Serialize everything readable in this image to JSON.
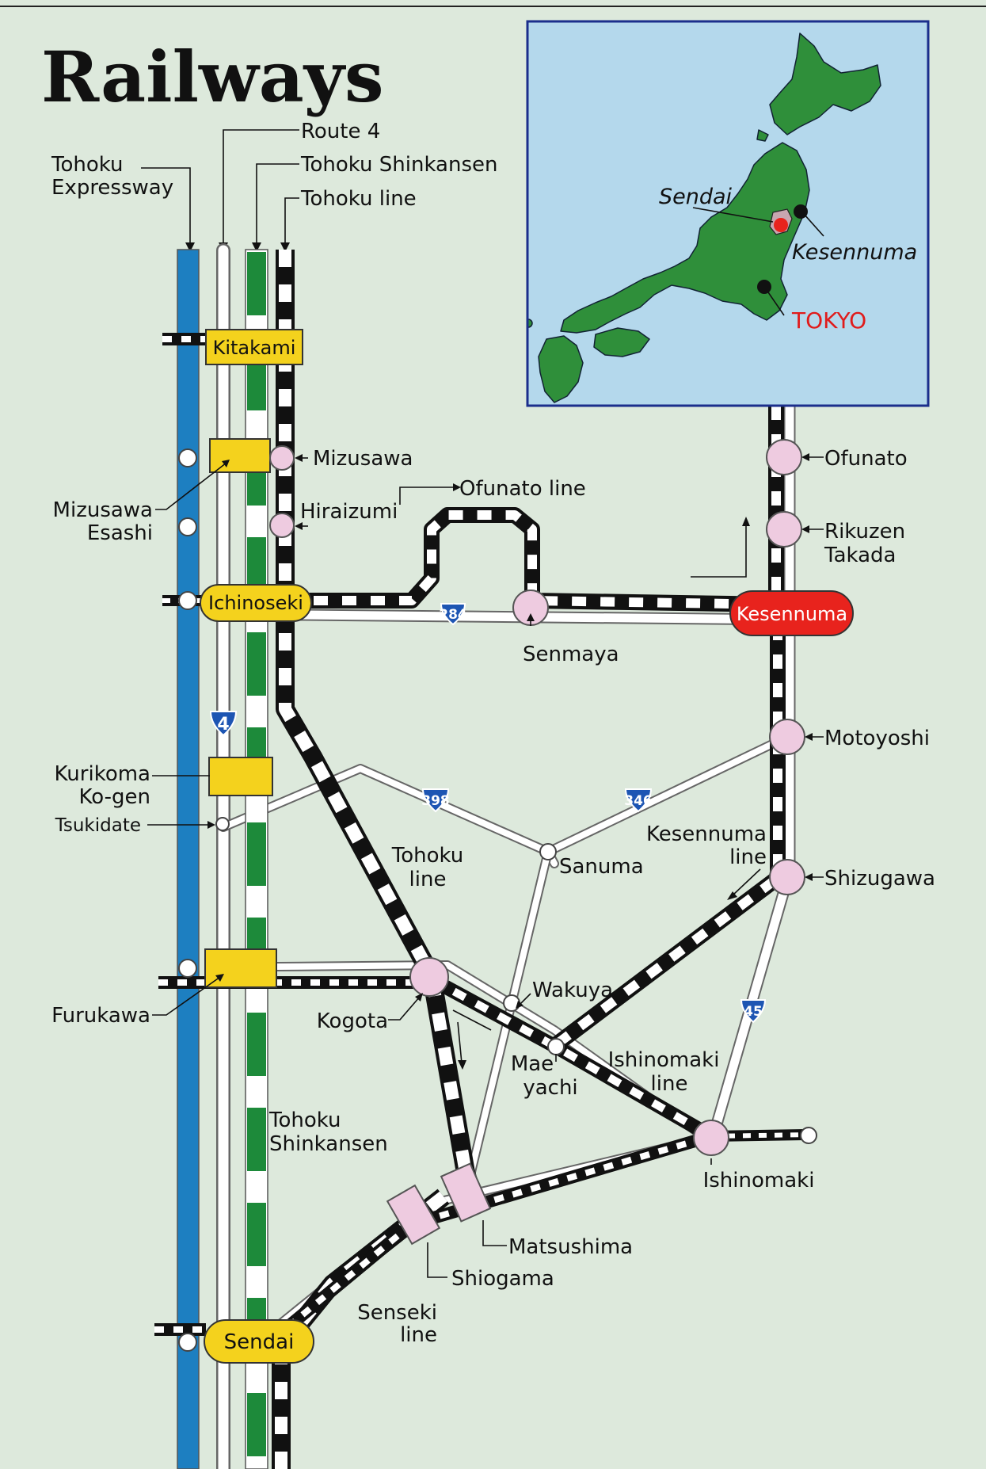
{
  "title": "Railways",
  "legend": {
    "expressway": "Tohoku\nExpressway",
    "route4": "Route 4",
    "shinkansen": "Tohoku Shinkansen",
    "tohoku_line": "Tohoku line"
  },
  "stations": {
    "kitakami": "Kitakami",
    "mizusawa": "Mizusawa",
    "hiraizumi": "Hiraizumi",
    "mizusawa_esashi": "Mizusawa\nEsashi",
    "ichinoseki": "Ichinoseki",
    "senmaya": "Senmaya",
    "kesennuma": "Kesennuma",
    "ofunato": "Ofunato",
    "rikuzen_takada": "Rikuzen\nTakada",
    "motoyoshi": "Motoyoshi",
    "kurikoma_kogen": "Kurikoma\nKo-gen",
    "tsukidate": "Tsukidate",
    "sanuma": "Sanuma",
    "shizugawa": "Shizugawa",
    "furukawa": "Furukawa",
    "kogota": "Kogota",
    "wakuya": "Wakuya",
    "maeyachi": "Mae\nyachi",
    "ishinomaki": "Ishinomaki",
    "matsushima": "Matsushima",
    "shiogama": "Shiogama",
    "sendai": "Sendai"
  },
  "lines": {
    "ofunato_line": "Ofunato line",
    "tohoku_line": "Tohoku\nline",
    "kesennuma_line": "Kesennuma\nline",
    "ishinomaki_line": "Ishinomaki\nline",
    "tohoku_shinkansen": "Tohoku\nShinkansen",
    "senseki_line": "Senseki\nline"
  },
  "routes": [
    "284",
    "4",
    "398",
    "346",
    "45"
  ],
  "inset": {
    "sendai": "Sendai",
    "kesennuma": "Kesennuma",
    "tokyo": "TOKYO"
  },
  "colors": {
    "background": "#dde9dc",
    "expressway": "#1d7fc1",
    "shinkansen": "#1d8a3a",
    "station_yellow": "#f4d21d",
    "station_pink": "#eecbe0",
    "kesennuma_red": "#e8231d",
    "route_shield": "#1d55b3",
    "inset_sea": "#b4d8ec",
    "inset_land": "#2f8f3a"
  }
}
